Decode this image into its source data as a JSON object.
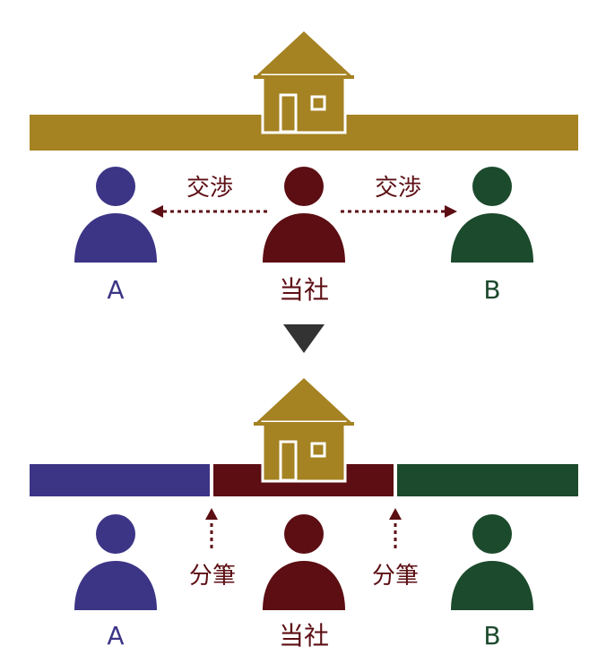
{
  "colors": {
    "gold": "#a58222",
    "purple": "#3c3586",
    "maroon": "#5c0e13",
    "green": "#1c4a2c",
    "arrow": "#333333"
  },
  "before": {
    "negotiation_left": "交渉",
    "negotiation_right": "交渉",
    "person_a": "A",
    "person_company": "当社",
    "person_b": "B"
  },
  "after": {
    "subdivision_left": "分筆",
    "subdivision_right": "分筆",
    "person_a": "A",
    "person_company": "当社",
    "person_b": "B"
  }
}
